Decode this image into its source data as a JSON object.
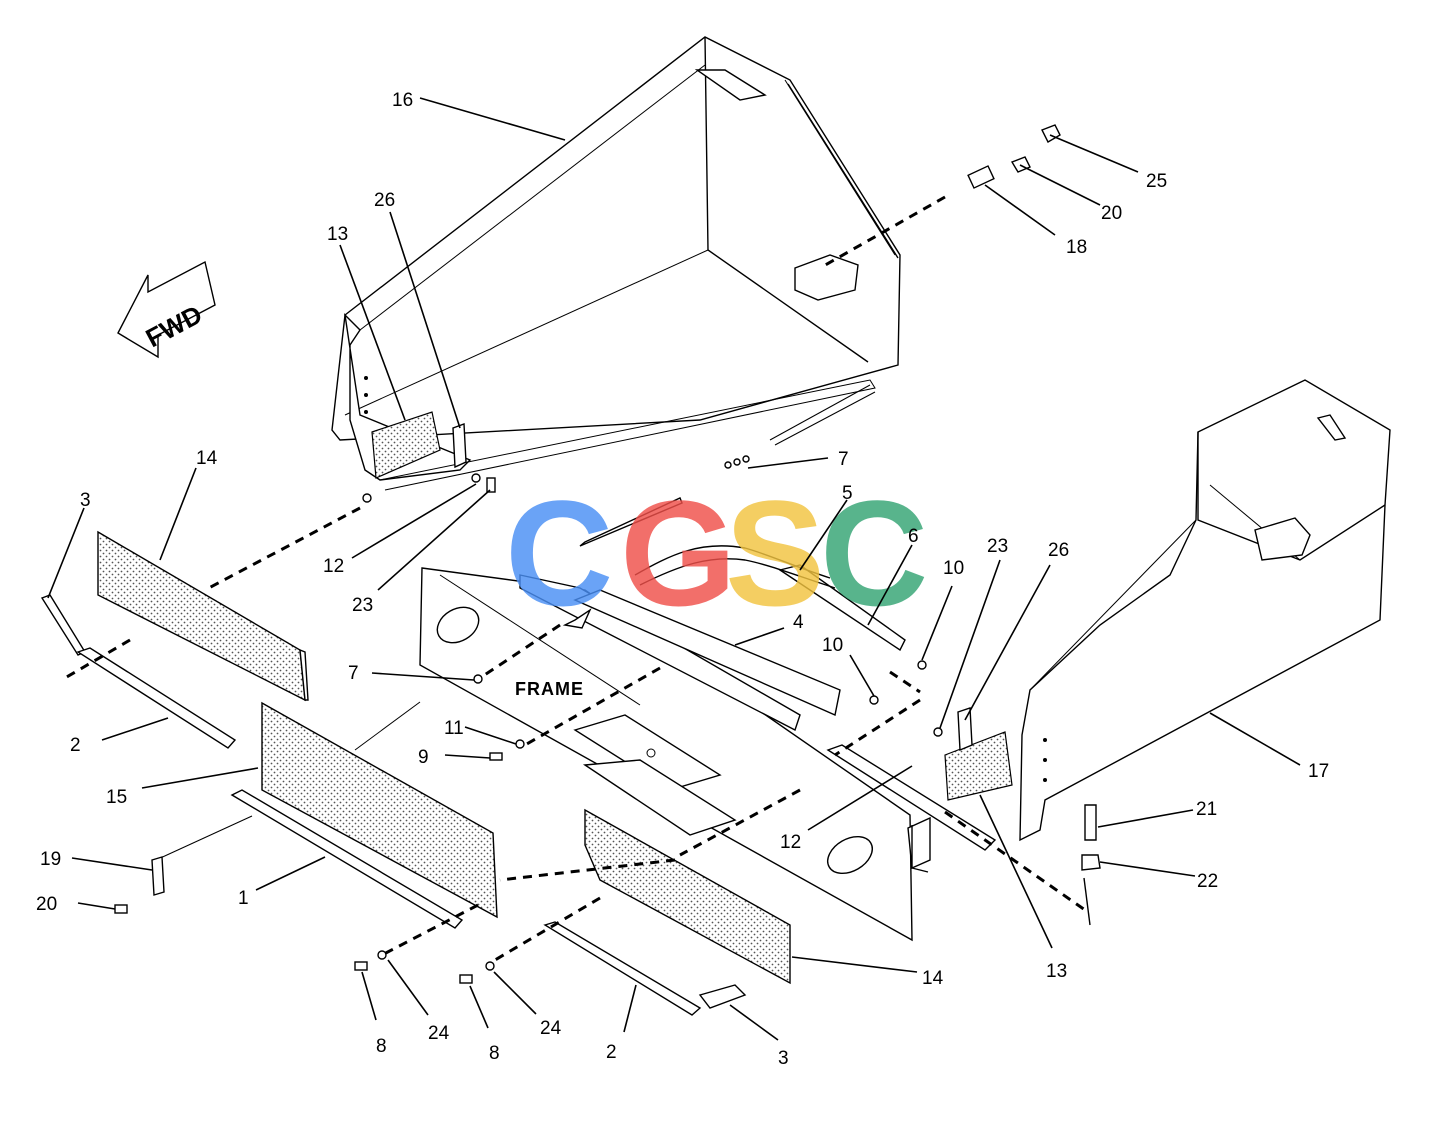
{
  "watermark": {
    "letters": [
      "C",
      "G",
      "S",
      "C"
    ],
    "colors": [
      "#4a8ff5",
      "#f0504a",
      "#f2c440",
      "#34a474"
    ]
  },
  "frame_label": "FRAME",
  "fwd_label": "FWD",
  "callouts": [
    {
      "id": "c16",
      "text": "16"
    },
    {
      "id": "c25",
      "text": "25"
    },
    {
      "id": "c20a",
      "text": "20"
    },
    {
      "id": "c18",
      "text": "18"
    },
    {
      "id": "c13a",
      "text": "13"
    },
    {
      "id": "c26a",
      "text": "26"
    },
    {
      "id": "c14a",
      "text": "14"
    },
    {
      "id": "c7a",
      "text": "7"
    },
    {
      "id": "c3a",
      "text": "3"
    },
    {
      "id": "c5",
      "text": "5"
    },
    {
      "id": "c6",
      "text": "6"
    },
    {
      "id": "c12a",
      "text": "12"
    },
    {
      "id": "c23a",
      "text": "23"
    },
    {
      "id": "c23b",
      "text": "23"
    },
    {
      "id": "c26b",
      "text": "26"
    },
    {
      "id": "c10a",
      "text": "10"
    },
    {
      "id": "c4",
      "text": "4"
    },
    {
      "id": "c10b",
      "text": "10"
    },
    {
      "id": "c7b",
      "text": "7"
    },
    {
      "id": "c2a",
      "text": "2"
    },
    {
      "id": "c11",
      "text": "11"
    },
    {
      "id": "c9",
      "text": "9"
    },
    {
      "id": "c15",
      "text": "15"
    },
    {
      "id": "c17",
      "text": "17"
    },
    {
      "id": "c12b",
      "text": "12"
    },
    {
      "id": "c19",
      "text": "19"
    },
    {
      "id": "c21",
      "text": "21"
    },
    {
      "id": "c1",
      "text": "1"
    },
    {
      "id": "c20b",
      "text": "20"
    },
    {
      "id": "c22",
      "text": "22"
    },
    {
      "id": "c13b",
      "text": "13"
    },
    {
      "id": "c14b",
      "text": "14"
    },
    {
      "id": "c8a",
      "text": "8"
    },
    {
      "id": "c24a",
      "text": "24"
    },
    {
      "id": "c8b",
      "text": "8"
    },
    {
      "id": "c24b",
      "text": "24"
    },
    {
      "id": "c2b",
      "text": "2"
    },
    {
      "id": "c3b",
      "text": "3"
    }
  ]
}
